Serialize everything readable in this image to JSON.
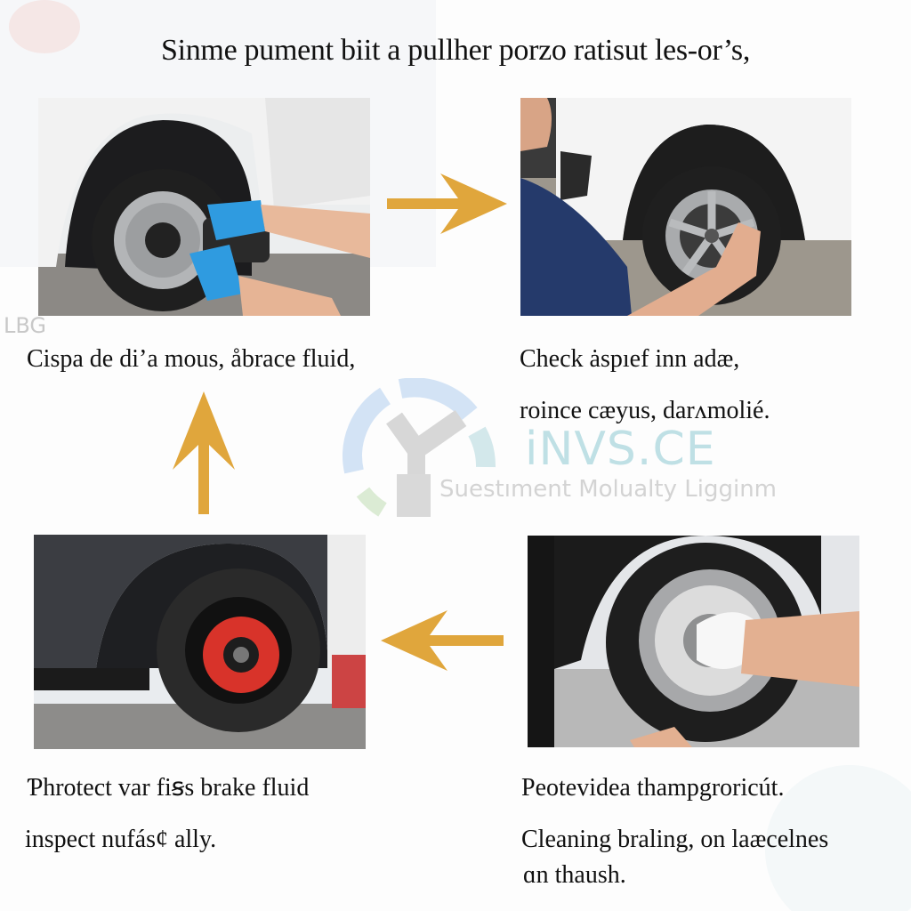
{
  "title": "Sinme pument biit a pullher porzo ratisut les-or’s,",
  "corner_mark": "LBG",
  "steps": [
    {
      "position": "top-left",
      "caption_lines": [
        "Cispa de di’a mous, åbrace fluid,"
      ],
      "photo": "gloved-hands-inspecting-steel-wheel"
    },
    {
      "position": "top-right",
      "caption_lines": [
        "Check ȧspıef inn adæ,",
        "roince cæyus, darʌmolié."
      ],
      "photo": "mechanic-checking-alloy-wheel"
    },
    {
      "position": "bottom-right",
      "caption_lines": [
        "Peotevidea thampgroricút.",
        "Cleaning braling, on laæcelnes",
        "ɑn thaush."
      ],
      "photo": "hands-cleaning-wheel-with-cloth"
    },
    {
      "position": "bottom-left",
      "caption_lines": [
        "Ƥhrotect var fiꞩs brake fluid",
        "inspect nufásȼ ally."
      ],
      "photo": "wheel-with-red-brake-hub"
    }
  ],
  "arrows": [
    {
      "direction": "right",
      "from": "top-left",
      "to": "top-right"
    },
    {
      "direction": "left",
      "from": "bottom-right",
      "to": "bottom-left"
    },
    {
      "direction": "up",
      "from": "bottom-left",
      "to": "top-left"
    }
  ],
  "watermark": {
    "brand": "iNVS.CE",
    "tagline": "Suestıment Molualty Ligginm"
  },
  "colors": {
    "arrow": "#e0a63c",
    "brand_text": "#b9dde3",
    "tagline_text": "#cfcfcf",
    "glove_blue": "#2f9be0",
    "brake_red": "#d8332a"
  }
}
